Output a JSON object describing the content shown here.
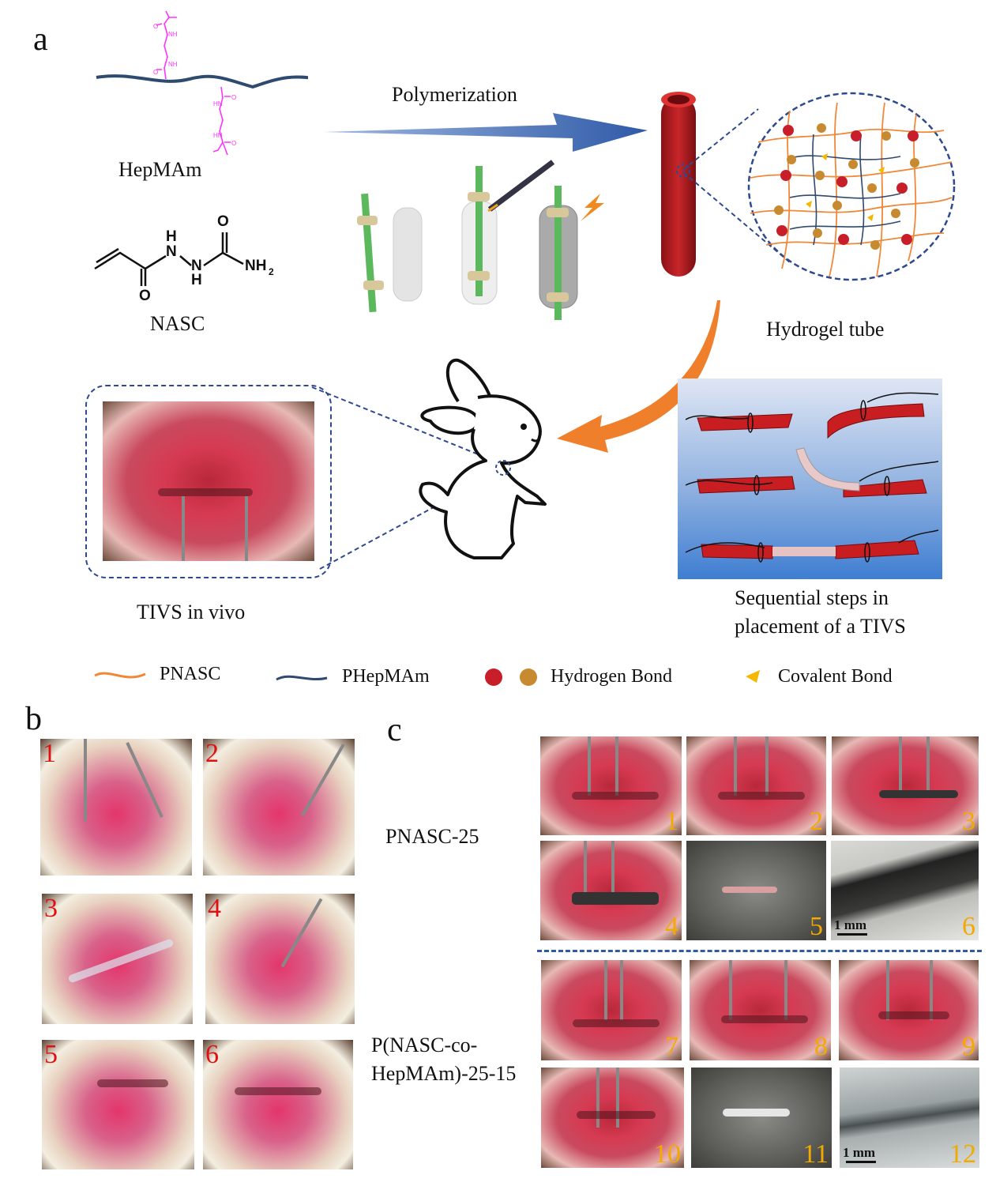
{
  "panel_a": {
    "letter": "a",
    "hepmam_label": "HepMAm",
    "nasc_label": "NASC",
    "polymerization_label": "Polymerization",
    "hydrogel_tube_label": "Hydrogel tube",
    "tivs_in_vivo_label": "TIVS in vivo",
    "sequential_steps_line1": "Sequential steps in",
    "sequential_steps_line2": "placement of a TIVS",
    "chem": {
      "o": "O",
      "nh2": "NH",
      "sub2": "2",
      "h": "H",
      "n": "N",
      "nh": "NH",
      "hn": "HN"
    }
  },
  "legend": {
    "pnasc": "PNASC",
    "phepmam": "PHepMAm",
    "hydrogen_bond": "Hydrogen Bond",
    "covalent_bond": "Covalent Bond"
  },
  "colors": {
    "pnasc": "#f0883a",
    "phepmam": "#2e4a6e",
    "hepmam_side": "#ff33ff",
    "tube": "#b81e22",
    "panel_b_num": "#e01010",
    "panel_c_num": "#f2a900"
  },
  "panel_b": {
    "letter": "b",
    "photos": [
      "1",
      "2",
      "3",
      "4",
      "5",
      "6"
    ]
  },
  "panel_c": {
    "letter": "c",
    "group1_label": "PNASC-25",
    "group2_line1": "P(NASC-co-",
    "group2_line2": "HepMAm)-25-15",
    "photos": [
      "1",
      "2",
      "3",
      "4",
      "5",
      "6",
      "7",
      "8",
      "9",
      "10",
      "11",
      "12"
    ],
    "scale_bar": "1 mm"
  }
}
